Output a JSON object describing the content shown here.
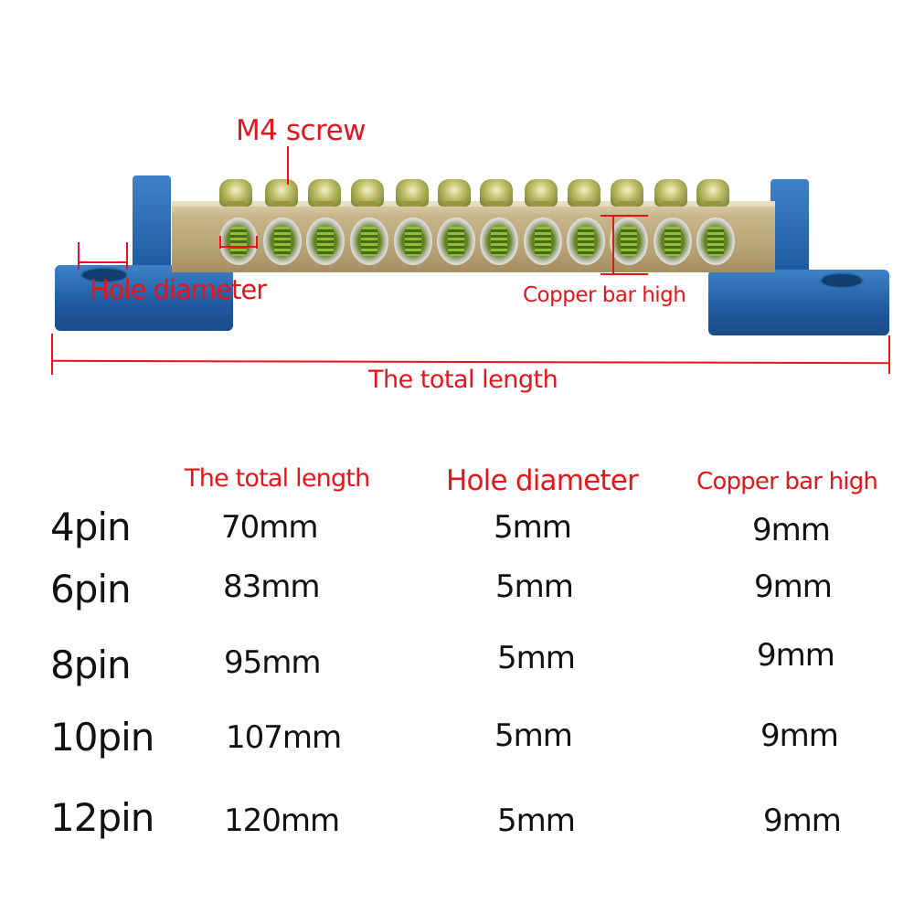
{
  "annotations": {
    "m4_screw": "M4 screw",
    "hole_diameter": "Hole diameter",
    "copper_bar_high": "Copper bar high",
    "total_length": "The total length"
  },
  "table": {
    "headers": [
      "The total length",
      "Hole diameter",
      "Copper bar high"
    ],
    "rows": [
      {
        "model": "4pin",
        "total_length": "70mm",
        "hole_diameter": "5mm",
        "copper_bar_high": "9mm"
      },
      {
        "model": "6pin",
        "total_length": "83mm",
        "hole_diameter": "5mm",
        "copper_bar_high": "9mm"
      },
      {
        "model": "8pin",
        "total_length": "95mm",
        "hole_diameter": "5mm",
        "copper_bar_high": "9mm"
      },
      {
        "model": "10pin",
        "total_length": "107mm",
        "hole_diameter": "5mm",
        "copper_bar_high": "9mm"
      },
      {
        "model": "12pin",
        "total_length": "120mm",
        "hole_diameter": "5mm",
        "copper_bar_high": "9mm"
      }
    ]
  },
  "product": {
    "name": "Terminal block copper bar with blue mounting bases",
    "screw_count": 12,
    "colors": {
      "annotation": "#e8141b",
      "base": "#2a6ab4",
      "bar": "#c2ae80",
      "text": "#111111"
    }
  }
}
